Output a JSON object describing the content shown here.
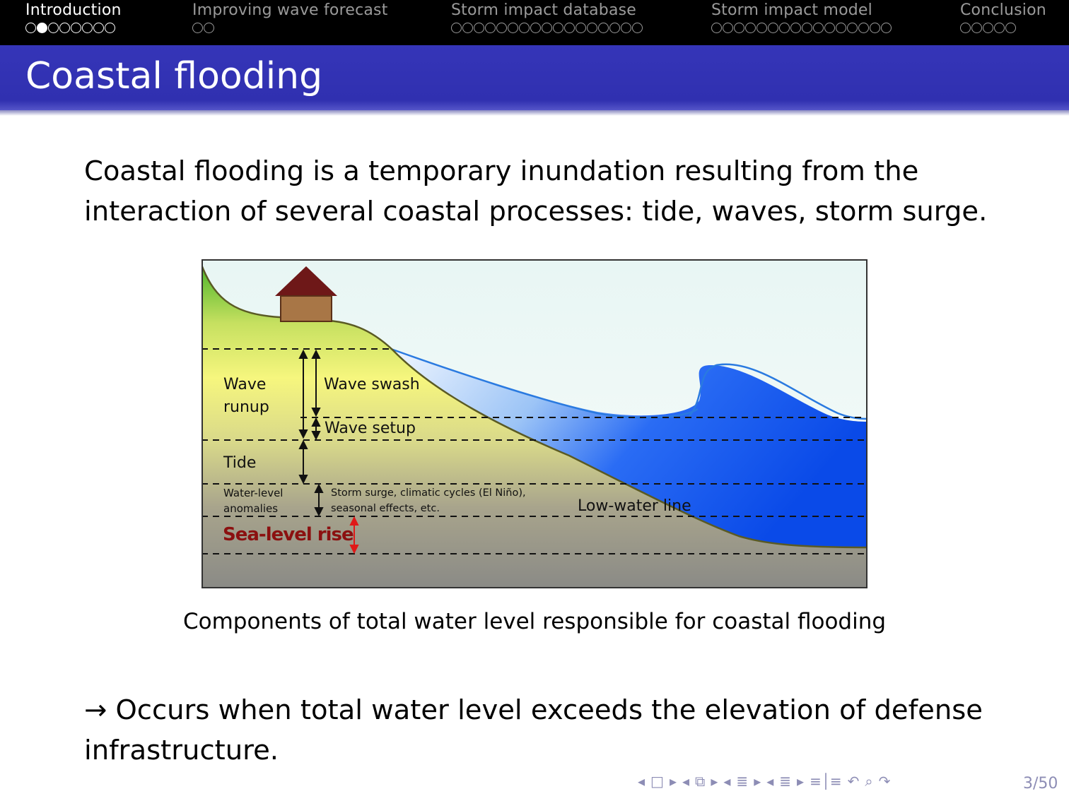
{
  "nav": {
    "sections": [
      {
        "title": "Introduction",
        "dots": 8,
        "filled": [
          1
        ]
      },
      {
        "title": "Improving wave forecast",
        "dots": 2,
        "filled": []
      },
      {
        "title": "Storm impact database",
        "dots": 17,
        "filled": []
      },
      {
        "title": "Storm impact model",
        "dots": 16,
        "filled": []
      },
      {
        "title": "Conclusion",
        "dots": 5,
        "filled": []
      }
    ],
    "active_index": 0
  },
  "frame": {
    "title": "Coastal flooding"
  },
  "body": {
    "paragraph1": "Coastal flooding is a temporary inundation resulting from the interaction of several coastal processes: tide, waves, storm surge.",
    "paragraph2": "→ Occurs when total water level exceeds the elevation of defense infrastructure."
  },
  "figure": {
    "labels": {
      "wave_runup_1": "Wave",
      "wave_runup_2": "runup",
      "wave_swash": "Wave swash",
      "wave_setup": "Wave setup",
      "tide": "Tide",
      "anomalies_1": "Water-level",
      "anomalies_2": "anomalies",
      "surge_1": "Storm surge, climatic cycles (El Niño),",
      "surge_2": "seasonal effects, etc.",
      "low_water": "Low-water line",
      "sea_level_rise": "Sea-level rise"
    },
    "caption": "Components of total water level responsible for coastal flooding",
    "colors": {
      "land_top": "#5cbf2a",
      "land_mid": "#f2f27a",
      "land_low": "#a4a08a",
      "water": "#1a5cf0",
      "roof": "#6b1a1a",
      "house": "#a8744a",
      "sea_level_rise": "#8b1010",
      "arrow_red": "#e01818"
    }
  },
  "footer": {
    "page": "3/50",
    "icons": [
      "arrow-left-icon",
      "frame-icon",
      "arrow-right-icon",
      "arrow-left-icon",
      "subsection-icon",
      "arrow-right-icon",
      "arrow-left-icon",
      "section-icon",
      "arrow-right-icon",
      "align-icon",
      "undo-icon",
      "search-icon",
      "redo-icon"
    ]
  }
}
